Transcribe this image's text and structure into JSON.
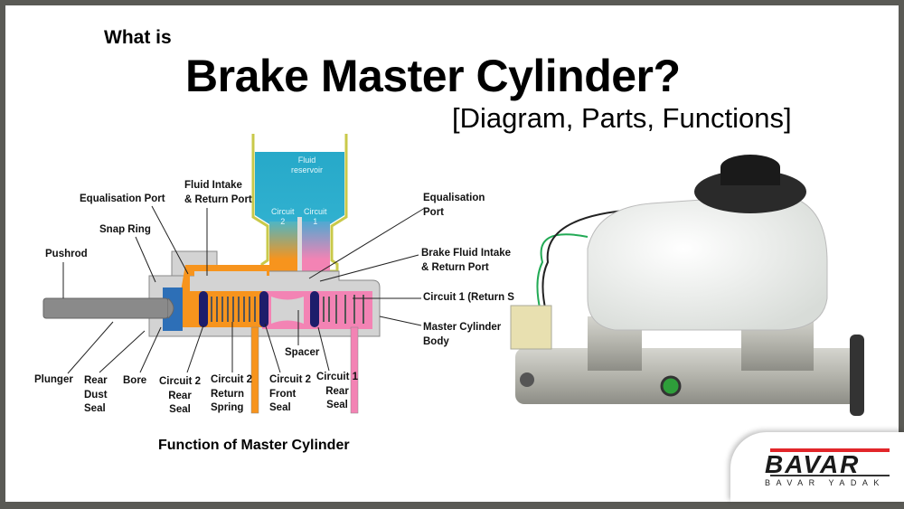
{
  "header": {
    "what_is": "What is",
    "title": "Brake Master Cylinder?",
    "subtitle": "[Diagram, Parts, Functions]"
  },
  "diagram": {
    "reservoir_label": [
      "Fluid",
      "reservoir"
    ],
    "circuit2_label": [
      "Circuit",
      "2"
    ],
    "circuit1_label": [
      "Circuit",
      "1"
    ],
    "labels": {
      "equalisation_port_left": "Equalisation Port",
      "fluid_intake": [
        "Fluid Intake",
        "& Return Port"
      ],
      "snap_ring": "Snap Ring",
      "pushrod": "Pushrod",
      "equalisation_port_right": [
        "Equalisation",
        "Port"
      ],
      "brake_fluid_intake": [
        "Brake Fluid Intake",
        "& Return Port"
      ],
      "circuit1_return": "Circuit 1 (Return S",
      "master_cylinder_body": [
        "Master Cylinder",
        "Body"
      ],
      "spacer": "Spacer",
      "plunger": "Plunger",
      "rear_dust_seal": [
        "Rear",
        "Dust",
        "Seal"
      ],
      "bore": "Bore",
      "circuit2_rear_seal": [
        "Circuit 2",
        "Rear",
        "Seal"
      ],
      "circuit2_return_spring": [
        "Circuit 2",
        "Return",
        "Spring"
      ],
      "circuit2_front_seal": [
        "Circuit 2",
        "Front",
        "Seal"
      ],
      "circuit1_rear_seal": [
        "Circuit 1",
        "Rear",
        "Seal"
      ]
    },
    "caption": "Function of Master Cylinder"
  },
  "logo": {
    "brand": "BAVAR",
    "subtext": "BAVAR YADAK"
  },
  "colors": {
    "orange": "#f7941d",
    "pink": "#f383b4",
    "blue_fluid": "#27a9c9",
    "body_gray": "#d0d0d0",
    "logo_red": "#e2262a"
  }
}
